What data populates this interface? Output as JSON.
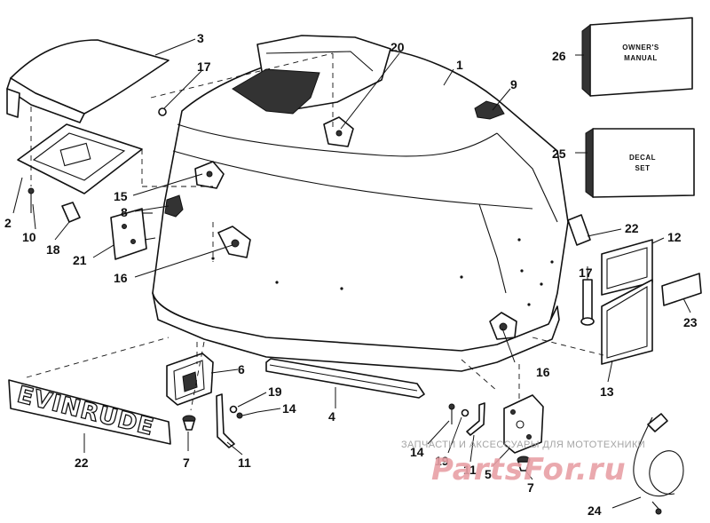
{
  "labels": {
    "l1": "1",
    "l2": "2",
    "l3": "3",
    "l4": "4",
    "l5": "5",
    "l6": "6",
    "l7a": "7",
    "l7b": "7",
    "l8": "8",
    "l9": "9",
    "l10": "10",
    "l11a": "11",
    "l11b": "11",
    "l12": "12",
    "l13": "13",
    "l14a": "14",
    "l14b": "14",
    "l15": "15",
    "l16a": "16",
    "l16b": "16",
    "l17a": "17",
    "l17b": "17",
    "l18": "18",
    "l19a": "19",
    "l19b": "19",
    "l20": "20",
    "l21": "21",
    "l22a": "22",
    "l22b": "22",
    "l23": "23",
    "l24": "24",
    "l25": "25",
    "l26": "26"
  },
  "boxes": {
    "manual_line1": "OWNER'S",
    "manual_line2": "MANUAL",
    "decal_line1": "DECAL",
    "decal_line2": "SET"
  },
  "decal_text": "EVINRUDE",
  "watermark": {
    "caption": "ЗАПЧАСТИ И АКСЕССУАРЫ ДЛЯ МОТОТЕХНИКИ",
    "logo": "PartsFor.ru"
  }
}
